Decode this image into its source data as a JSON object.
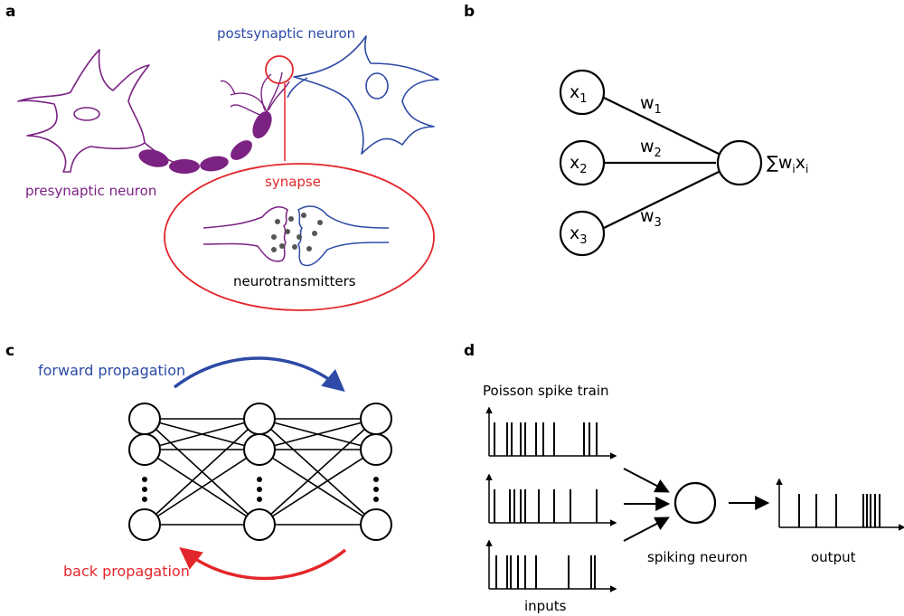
{
  "colors": {
    "purple": "#7b2283",
    "blue": "#2d4aa6",
    "red": "#e3262b",
    "black": "#000000",
    "dot": "#555555"
  },
  "panels": {
    "a": {
      "label": "a",
      "postsynaptic": "postsynaptic neuron",
      "presynaptic": "presynaptic neuron",
      "synapse": "synapse",
      "neurotransmitters": "neurotransmitters"
    },
    "b": {
      "label": "b",
      "inputs": [
        {
          "base": "x",
          "sub": "1"
        },
        {
          "base": "x",
          "sub": "2"
        },
        {
          "base": "x",
          "sub": "3"
        }
      ],
      "weights": [
        {
          "base": "w",
          "sub": "1"
        },
        {
          "base": "w",
          "sub": "2"
        },
        {
          "base": "w",
          "sub": "3"
        }
      ],
      "sum": {
        "sym": "∑",
        "w": "w",
        "wsub": "i",
        "x": "x",
        "xsub": "i"
      }
    },
    "c": {
      "label": "c",
      "forward": "forward propagation",
      "back": "back propagation"
    },
    "d": {
      "label": "d",
      "title": "Poisson spike train",
      "inputs": "inputs",
      "neuron": "spiking neuron",
      "output": "output"
    }
  }
}
